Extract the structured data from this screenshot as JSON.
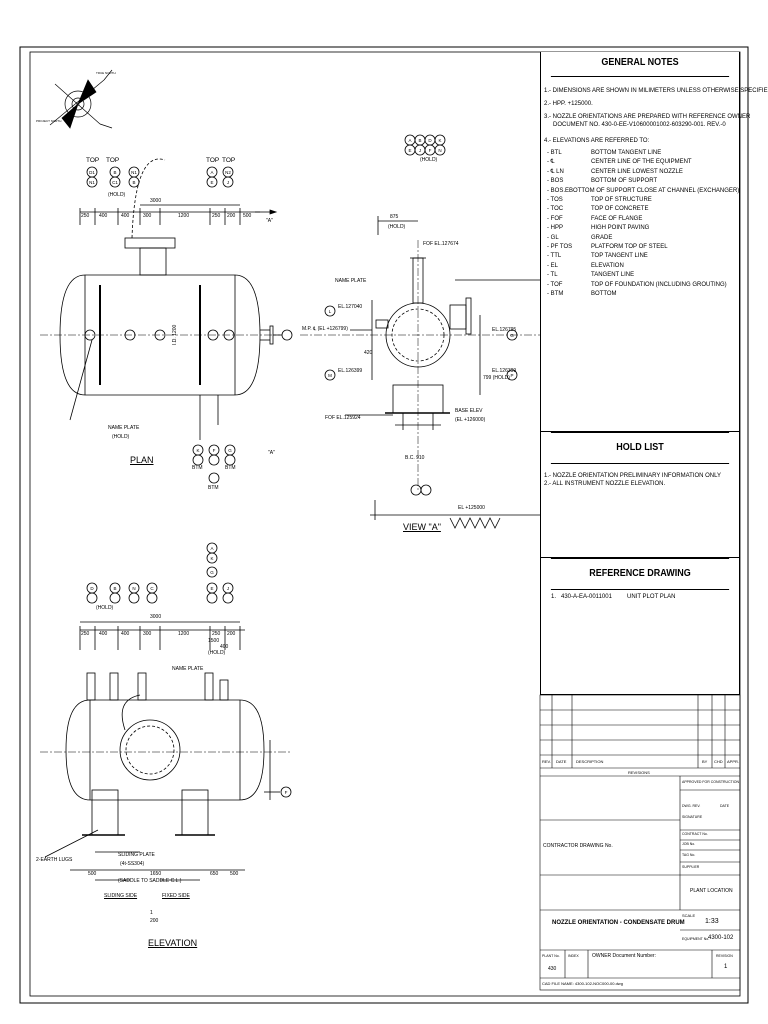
{
  "general_notes": {
    "title": "GENERAL NOTES",
    "items": [
      "1.- DIMENSIONS ARE SHOWN IN MILIMETERS UNLESS OTHERWISE SPECIFIED.",
      "2.- HPP. +125000.",
      "3.- NOZZLE ORIENTATIONS ARE PREPARED WITH REFERENCE OWNER",
      "DOCUMENT NO. 430-0-EE-V10600001002-603290-001. REV.-0",
      "4.- ELEVATIONS ARE REFERRED TO:"
    ],
    "abbreviations": [
      {
        "code": "- BTL",
        "desc": "BOTTOM TANGENT LINE"
      },
      {
        "code": "- ℄",
        "desc": "CENTER LINE OF THE EQUIPMENT"
      },
      {
        "code": "- ℄ LN",
        "desc": "CENTER LINE LOWEST NOZZLE"
      },
      {
        "code": "- BOS",
        "desc": "BOTTOM OF SUPPORT"
      },
      {
        "code": "- BOS.E",
        "desc": "BOTTOM OF SUPPORT CLOSE AT CHANNEL (EXCHANGER)"
      },
      {
        "code": "- TOS",
        "desc": "TOP OF STRUCTURE"
      },
      {
        "code": "- TOC",
        "desc": "TOP OF CONCRETE"
      },
      {
        "code": "- FOF",
        "desc": "FACE OF FLANGE"
      },
      {
        "code": "- HPP",
        "desc": "HIGH POINT PAVING"
      },
      {
        "code": "- GL",
        "desc": "GRADE"
      },
      {
        "code": "- PF TOS",
        "desc": "PLATFORM TOP OF STEEL"
      },
      {
        "code": "- TTL",
        "desc": "TOP TANGENT LINE"
      },
      {
        "code": "- EL",
        "desc": "ELEVATION"
      },
      {
        "code": "- TL",
        "desc": "TANGENT LINE"
      },
      {
        "code": "- TOF",
        "desc": "TOP OF FOUNDATION (INCLUDING GROUTING)"
      },
      {
        "code": "- BTM",
        "desc": "BOTTOM"
      }
    ]
  },
  "hold_list": {
    "title": "HOLD LIST",
    "items": [
      "1.- NOZZLE ORIENTATION PRELIMINARY INFORMATION ONLY",
      "2.- ALL INSTRUMENT NOZZLE ELEVATION."
    ]
  },
  "reference_drawing": {
    "title": "REFERENCE DRAWING",
    "items": [
      {
        "no": "1.",
        "doc": "430-A-EA-0011001",
        "desc": "UNIT PLOT PLAN"
      }
    ]
  },
  "title_block": {
    "rev_headers": [
      "REV.",
      "DATE",
      "DESCRIPTION",
      "BY",
      "CHD",
      "APPR."
    ],
    "revisions_label": "REVISIONS",
    "approved": "APPROVED FOR CONSTRUCTION",
    "dwg_rev": "DWG. REV.",
    "date": "DATE",
    "signature": "SIGNATURE",
    "contract_no": "CONTRACT No.",
    "job_no": "JOB No.",
    "tag_no": "TAG No.",
    "supplier": "SUPPLIER",
    "contractor_drawing": "CONTRACTOR DRAWING No.",
    "plant_location": "PLANT LOCATION",
    "drawing_title": "NOZZLE ORIENTATION - CONDENSATE DRUM",
    "scale_label": "SCALE",
    "scale": "1:33",
    "equipment_label": "EQUIPMENT No.",
    "equipment_no": "4300-102",
    "plant_no_label": "PLANT No.",
    "plant_no": "430",
    "index_label": "INDEX",
    "owner_doc": "OWNER Document Number:",
    "revision_label": "REVISION",
    "revision": "1",
    "cad_file": "CAD FILE NAME: 4300-102-NOC000-00.dwg"
  },
  "plan_view": {
    "title": "PLAN",
    "top_labels": [
      "TOP",
      "TOP",
      "TOP",
      "TOP"
    ],
    "hold": "(HOLD)",
    "dims": [
      "250",
      "400",
      "400",
      "300",
      "1200",
      "250",
      "200",
      "500"
    ],
    "overall": "3000",
    "id": "I.D. 1200",
    "name_plate": "NAME PLATE",
    "name_plate_hold": "(HOLD)",
    "btm": [
      "BTM",
      "BTM",
      "BTM"
    ],
    "view_ref": "\"A\"",
    "ref_a": "\"A\"",
    "nozzles": [
      "D1",
      "B",
      "N1",
      "N1",
      "C1",
      "B",
      "A",
      "N2",
      "E",
      "J",
      "K",
      "F",
      "G"
    ]
  },
  "view_a": {
    "title": "VIEW \"A\"",
    "hold": "(HOLD)",
    "dim_875": "875",
    "dim_875_hold": "(HOLD)",
    "fof_top": "FOF EL.127674",
    "name_plate": "NAME PLATE",
    "el_127040": "EL.127040",
    "mp": "M.P. ℄ (EL +126799)",
    "el_126795": "EL.126795",
    "el_126399_left": "EL.126399",
    "el_126399_right": "EL.126399",
    "fof_bottom": "FOF EL.125924",
    "base_elev": "BASE ELEV",
    "base_elev_val": "(EL +126000)",
    "bc": "B.C. 910",
    "el_125000": "EL +125000",
    "dim_420": "420",
    "dim_799": "799 (HOLD)",
    "nozzles": [
      "A",
      "B",
      "D",
      "K",
      "E",
      "J",
      "F",
      "N",
      "L",
      "M",
      "G",
      "P"
    ]
  },
  "elevation_view": {
    "title": "ELEVATION",
    "hold": "(HOLD)",
    "dims": [
      "250",
      "400",
      "400",
      "300",
      "1200",
      "250",
      "200"
    ],
    "overall": "3000",
    "dims_right": [
      "1500",
      "400"
    ],
    "name_plate": "NAME PLATE",
    "earth_lugs": "2-EARTH LUGS",
    "sliding_plate": "SLIDING PLATE",
    "sliding_spec": "(4t-SS304)",
    "saddle": "(SADDLE TO SADDLE C.L.)",
    "sliding_side": "SLIDING SIDE",
    "fixed_side": "FIXED SIDE",
    "bottom_dims": [
      "500",
      "1650",
      "650",
      "500"
    ],
    "slope": "1",
    "slope_den": "200",
    "nozzles": [
      "D",
      "B",
      "N",
      "C",
      "E",
      "J",
      "A",
      "K",
      "G",
      "F"
    ]
  }
}
